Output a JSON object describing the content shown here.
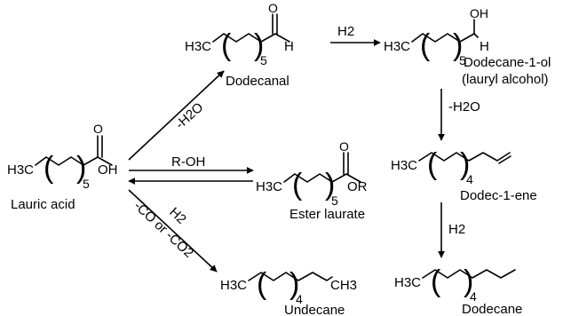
{
  "compounds": {
    "lauric_acid": {
      "name": "Lauric acid",
      "h3c": "H3C",
      "rep": "5",
      "oh": "OH",
      "o": "O"
    },
    "dodecanal": {
      "name": "Dodecanal",
      "h3c": "H3C",
      "rep": "5",
      "h": "H",
      "o": "O"
    },
    "dodecanol": {
      "name1": "Dodecane-1-ol",
      "name2": "(lauryl alcohol)",
      "h3c": "H3C",
      "rep": "5",
      "h": "H",
      "oh": "OH"
    },
    "ester": {
      "name": "Ester laurate",
      "h3c": "H3C",
      "rep": "5",
      "or": "OR",
      "o": "O"
    },
    "dodecene": {
      "name": "Dodec-1-ene",
      "h3c": "H3C",
      "rep": "4"
    },
    "undecane": {
      "name": "Undecane",
      "h3c": "H3C",
      "rep": "4",
      "ch3": "CH3"
    },
    "dodecane": {
      "name": "Dodecane",
      "h3c": "H3C",
      "rep": "4"
    }
  },
  "reagents": {
    "dehydration_top": "-H2O",
    "h2_top": "H2",
    "r_oh": "R-OH",
    "h2_lower": "H2",
    "decarb": "-CO or -CO2",
    "dehydration_right": "-H2O",
    "h2_right": "H2"
  }
}
